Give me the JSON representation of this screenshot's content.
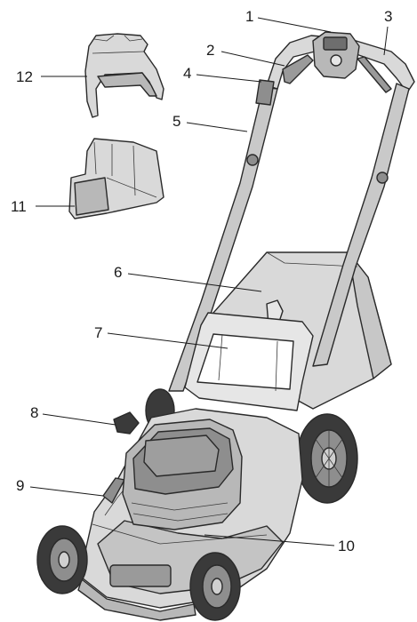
{
  "diagram": {
    "colors": {
      "outline": "#2a2a2a",
      "light_gray": "#d9d9d9",
      "mid_gray": "#b8b8b8",
      "dark_gray": "#6e6e6e",
      "tire": "#3a3a3a",
      "label": "#1a1a1a"
    },
    "callouts": [
      {
        "id": "c1",
        "text": "1"
      },
      {
        "id": "c2",
        "text": "2"
      },
      {
        "id": "c3",
        "text": "3"
      },
      {
        "id": "c4",
        "text": "4"
      },
      {
        "id": "c5",
        "text": "5"
      },
      {
        "id": "c6",
        "text": "6"
      },
      {
        "id": "c7",
        "text": "7"
      },
      {
        "id": "c8",
        "text": "8"
      },
      {
        "id": "c9",
        "text": "9"
      },
      {
        "id": "c10",
        "text": "10"
      },
      {
        "id": "c11",
        "text": "11"
      },
      {
        "id": "c12",
        "text": "12"
      }
    ]
  }
}
